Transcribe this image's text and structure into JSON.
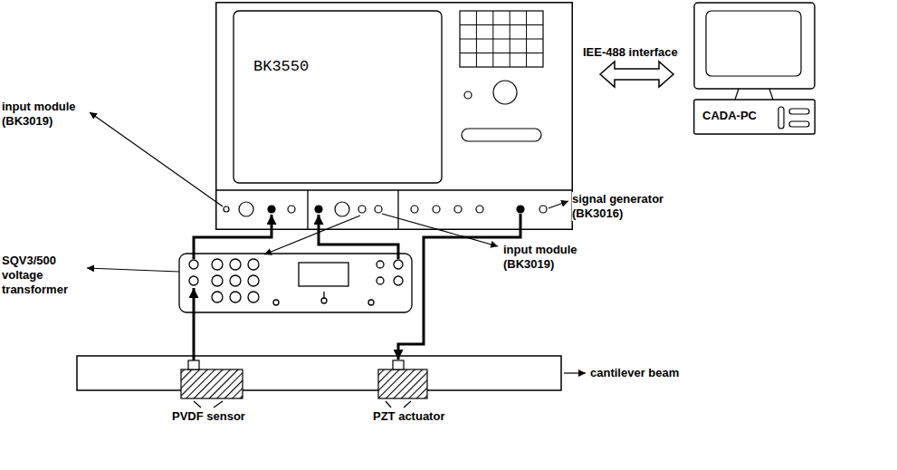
{
  "diagram": {
    "nodes": [
      {
        "text": [
          "BK3550"
        ]
      },
      {
        "text": [
          "CADA-PC"
        ]
      }
    ],
    "edges": [
      {
        "from": 0,
        "to": 1,
        "arrow": "both",
        "label": "IEE-488 interface"
      }
    ],
    "labels": [
      "input module (BK3019)",
      "signal generator (BK3016)",
      "input module (BK3019)",
      "SQV3/500 voltage transformer",
      "cantilever beam",
      "PVDF sensor",
      "PZT actuator"
    ]
  }
}
